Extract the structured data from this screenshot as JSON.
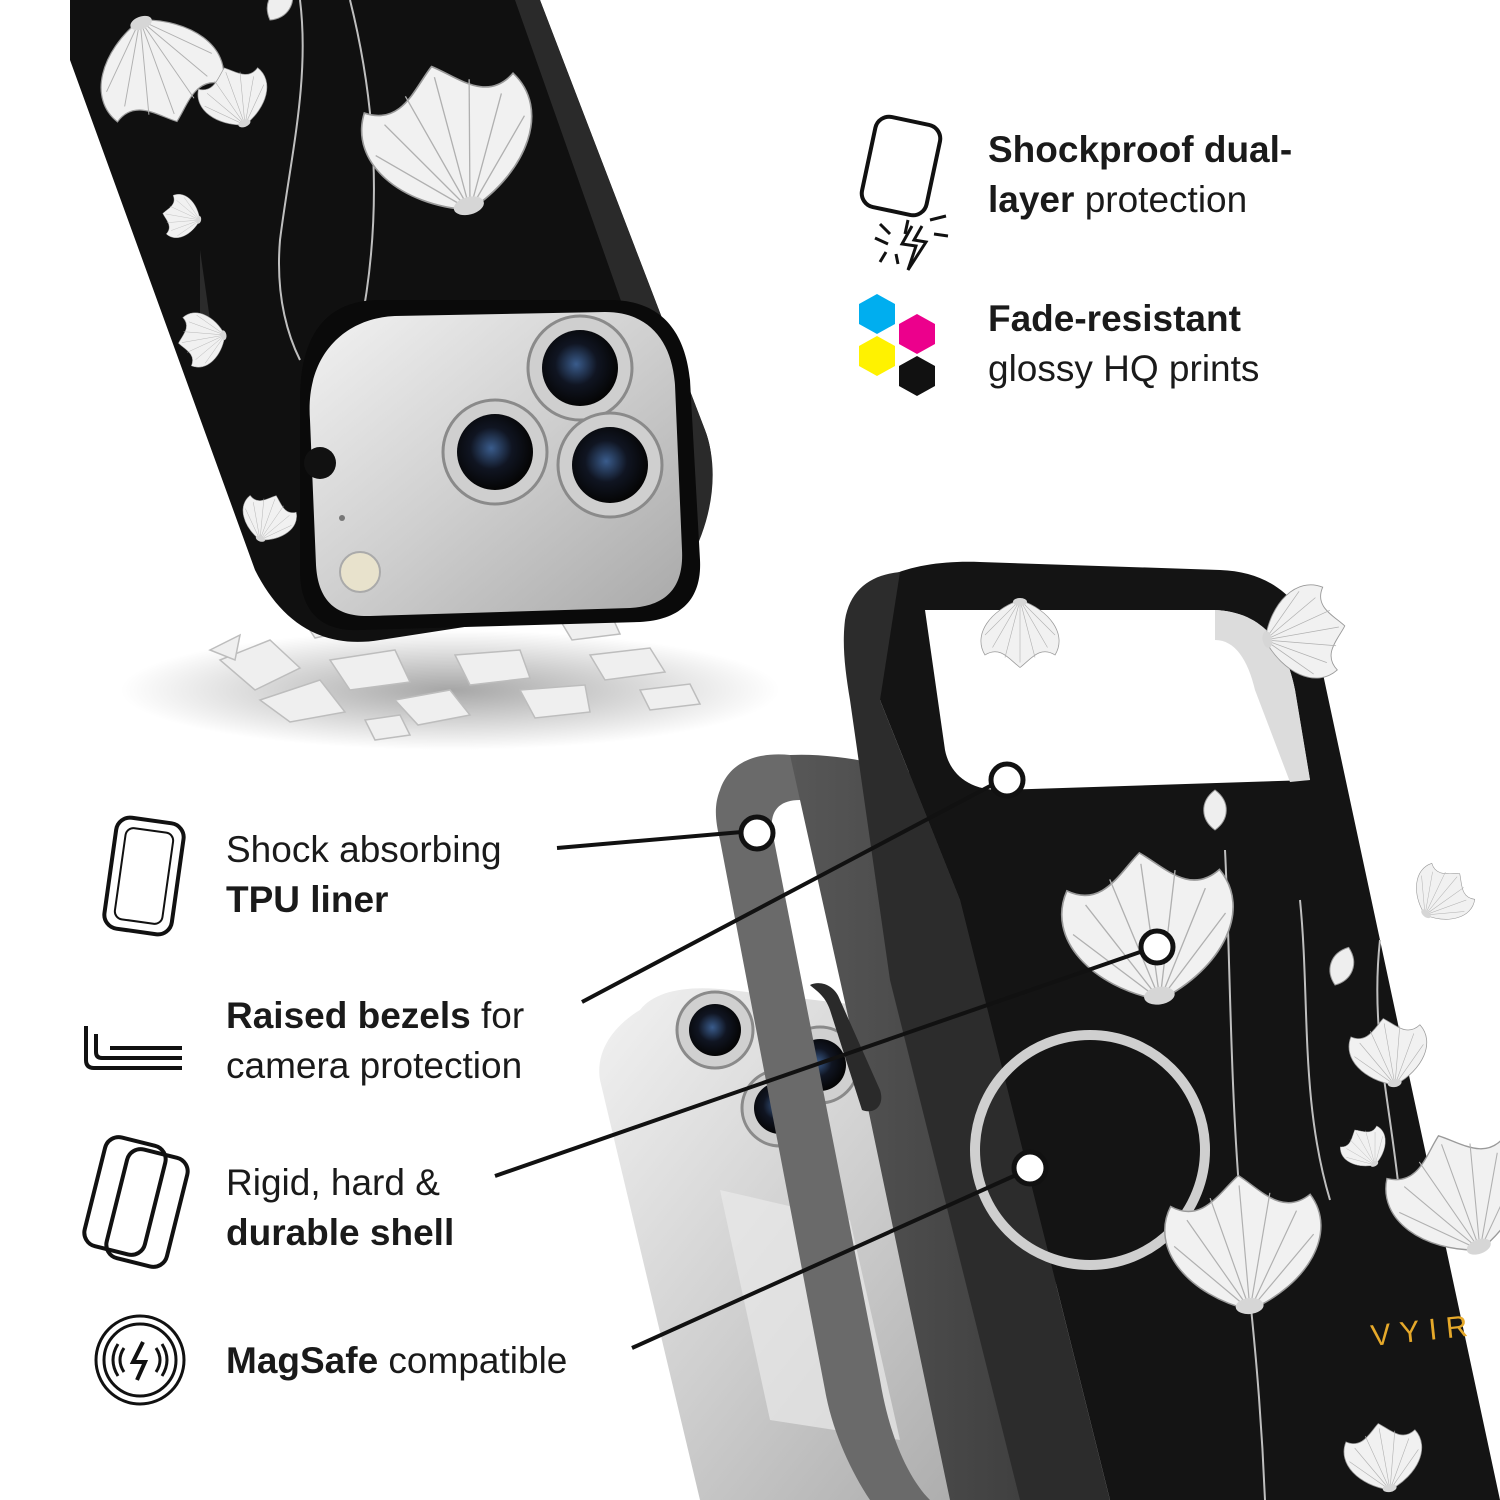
{
  "top_features": [
    {
      "bold": "Shockproof dual-",
      "bold2": "layer",
      "normal": " protection",
      "icon": "shockproof-icon"
    },
    {
      "bold": "Fade-resistant",
      "normal": "glossy HQ prints",
      "icon": "cmyk-icon"
    }
  ],
  "callouts": [
    {
      "normal": "Shock absorbing",
      "bold": "TPU liner",
      "icon": "tpu-liner-icon"
    },
    {
      "bold": "Raised bezels",
      "normal": " for",
      "normal2": "camera protection",
      "icon": "raised-bezel-icon"
    },
    {
      "normal": "Rigid, hard &",
      "bold": "durable shell",
      "icon": "rigid-shell-icon"
    },
    {
      "bold": "MagSafe",
      "normal": " compatible",
      "icon": "magsafe-icon"
    }
  ],
  "brand": "VYIR",
  "colors": {
    "case_black": "#111111",
    "liner_gray": "#4a4a4a",
    "phone_silver": "#d9d9d9",
    "cmyk_cyan": "#00aeef",
    "cmyk_magenta": "#ec008c",
    "cmyk_yellow": "#fff200",
    "cmyk_black": "#111111",
    "brand_gold": "#e6a92a"
  }
}
